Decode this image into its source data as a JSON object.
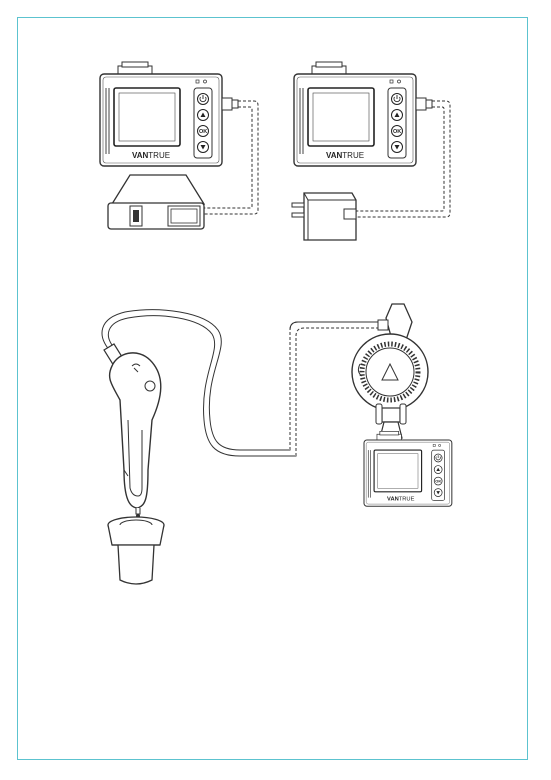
{
  "diagram": {
    "brand": "VAN",
    "brand_suffix": "TRUE",
    "ok_label": "OK",
    "accent_color": "#5cc3cf",
    "line_color": "#333333",
    "icons": [
      "power-icon",
      "record-icon",
      "ok-button",
      "down-arrow-icon",
      "usb-port-icon",
      "wall-plug-icon",
      "car-charger-icon",
      "suction-mount-icon"
    ]
  }
}
